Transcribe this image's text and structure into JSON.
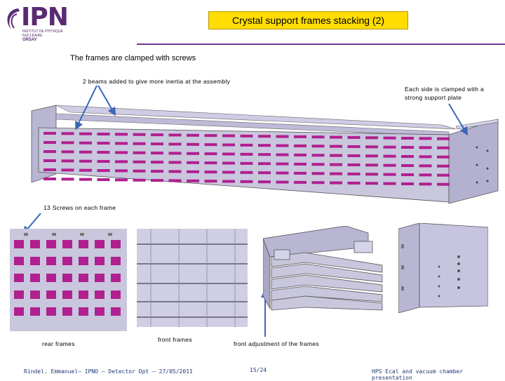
{
  "logo": {
    "main": "IPN",
    "sub": "INSTITUT DE PHYSIQUE NUCLÉAIRE",
    "place": "ORSAY"
  },
  "title": "Crystal support frames stacking (2)",
  "captions": {
    "clamped": "The frames are clamped with screws",
    "beams": "2 beams added to give more inertia at the assembly",
    "side_line1": "Each side is clamped with a",
    "side_line2": "strong support plate",
    "screws": "13 Screws on each frame",
    "rear": "rear frames",
    "front": "front frames",
    "adjust": "front adjustment of the frames"
  },
  "footer": {
    "author": "Rindel. Emmanuel– IPNO – Detector Dpt – 27/05/2011",
    "page": "15/24",
    "presentation": "HPS Ecal and vacuum chamber presentation"
  },
  "colors": {
    "accent": "#ffdd00",
    "brand": "#5a2a72",
    "frame": "#c9c7de",
    "crystal": "#b0208f",
    "arrow": "#3a66b8"
  }
}
